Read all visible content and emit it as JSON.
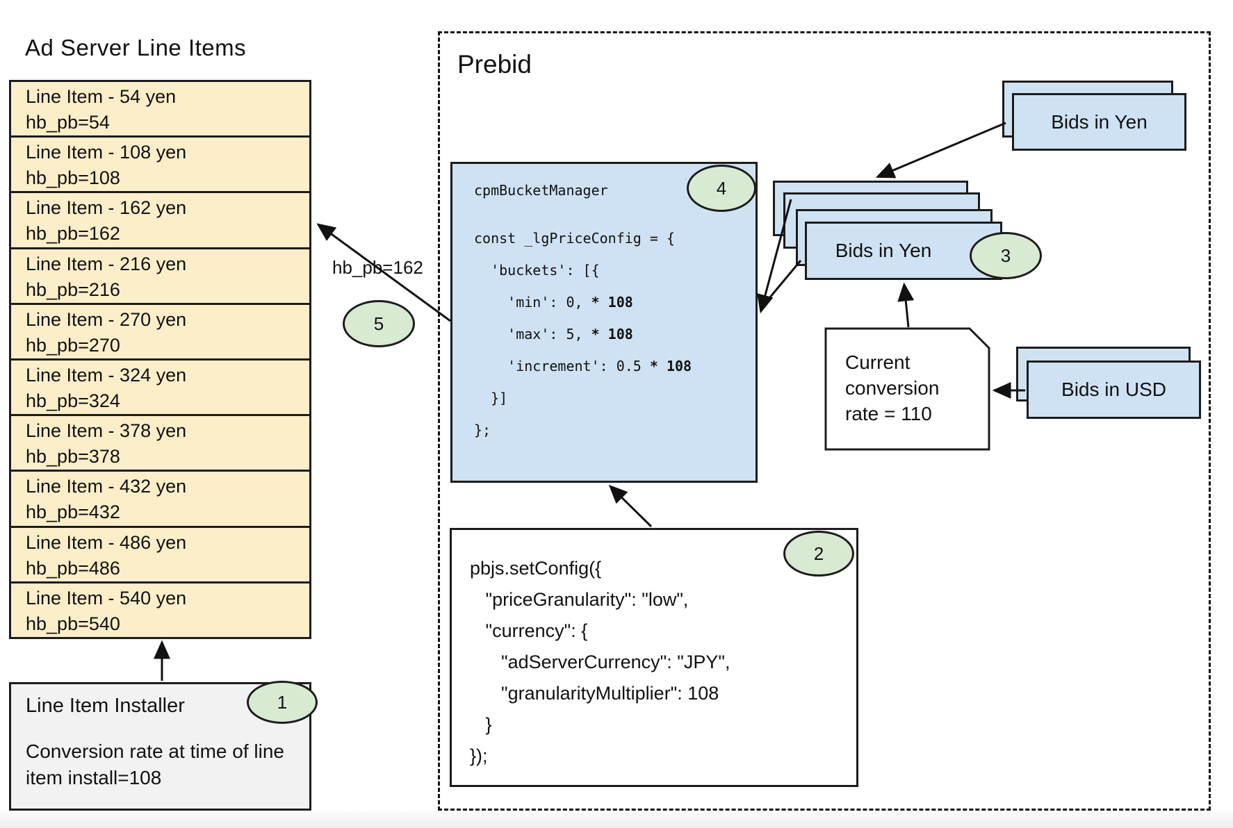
{
  "colors": {
    "card_blue": "#cfe2f3",
    "table_yellow": "#fbeec9",
    "badge_green": "#d9ead3",
    "installer_gray": "#f2f2f2",
    "border_black": "#1c1c1c"
  },
  "line_items": {
    "title": "Ad Server Line Items",
    "rows": [
      {
        "line1": "Line Item - 54 yen",
        "line2": "hb_pb=54"
      },
      {
        "line1": "Line Item - 108 yen",
        "line2": "hb_pb=108"
      },
      {
        "line1": "Line Item - 162 yen",
        "line2": "hb_pb=162"
      },
      {
        "line1": "Line Item - 216 yen",
        "line2": "hb_pb=216"
      },
      {
        "line1": "Line Item - 270 yen",
        "line2": "hb_pb=270"
      },
      {
        "line1": "Line Item - 324 yen",
        "line2": "hb_pb=324"
      },
      {
        "line1": "Line Item - 378 yen",
        "line2": "hb_pb=378"
      },
      {
        "line1": "Line Item - 432 yen",
        "line2": "hb_pb=432"
      },
      {
        "line1": "Line Item - 486 yen",
        "line2": "hb_pb=486"
      },
      {
        "line1": "Line Item - 540 yen",
        "line2": "hb_pb=540"
      }
    ]
  },
  "installer": {
    "title": "Line Item Installer",
    "badge": "1",
    "body": "Conversion rate at time of line item install=108"
  },
  "prebid": {
    "label": "Prebid"
  },
  "cpm": {
    "label": "cpmBucketManager",
    "badge": "4",
    "code": [
      {
        "text": "const _lgPriceConfig = {",
        "bold": ""
      },
      {
        "text": "  'buckets': [{",
        "bold": ""
      },
      {
        "text": "    'min': 0,",
        "bold": " * 108"
      },
      {
        "text": "    'max': 5,",
        "bold": " * 108"
      },
      {
        "text": "    'increment': 0.5",
        "bold": " * 108"
      },
      {
        "text": "  }]",
        "bold": ""
      },
      {
        "text": "};",
        "bold": ""
      }
    ]
  },
  "setconfig": {
    "badge": "2",
    "lines": [
      "pbjs.setConfig({",
      "   \"priceGranularity\": \"low\",",
      "   \"currency\": {",
      "      \"adServerCurrency\": \"JPY\",",
      "      \"granularityMultiplier\": 108",
      "   }",
      "});"
    ]
  },
  "stacks": {
    "yen_top_label": "Bids in Yen",
    "yen_main_label": "Bids in Yen",
    "yen_main_badge": "3",
    "usd_label": "Bids in USD"
  },
  "note": {
    "text": "Current conversion rate = 110"
  },
  "arrow5": {
    "label": "hb_pb=162",
    "badge": "5"
  }
}
